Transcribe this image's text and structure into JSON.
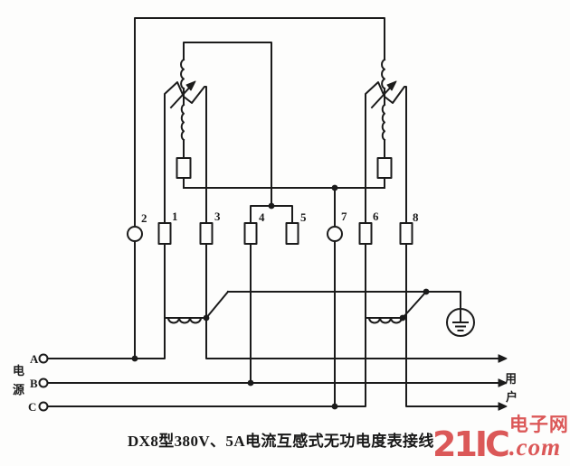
{
  "figure": {
    "caption": "DX8型380V、5A电流互感式无功电度表接线",
    "terminal_labels": [
      "2",
      "1",
      "3",
      "4",
      "5",
      "7",
      "6",
      "8"
    ],
    "phase_labels": [
      "A",
      "B",
      "C"
    ],
    "source_label_chars": [
      "电",
      "源"
    ],
    "user_label_chars": [
      "用",
      "户"
    ],
    "watermark": {
      "brand": "21IC",
      "site": "电子网",
      "domain": ".com"
    },
    "colors": {
      "line": "#1b1b1b",
      "watermark_red": "#d63c3c",
      "paper": "#fdfdfc"
    }
  }
}
